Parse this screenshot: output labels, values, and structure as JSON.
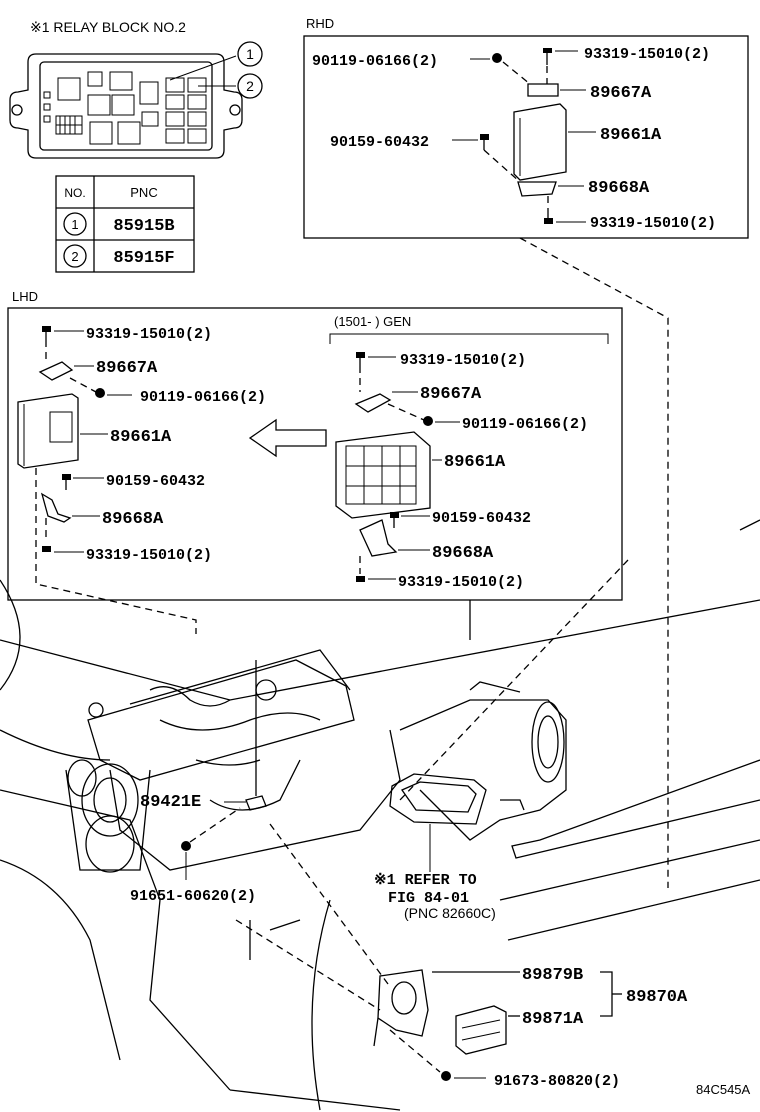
{
  "relay_block": {
    "title": "※1 RELAY BLOCK NO.2",
    "callout_1": "1",
    "callout_2": "2",
    "table_header_no": "NO.",
    "table_header_pnc": "PNC",
    "rows": [
      {
        "no": "1",
        "pnc": "85915B"
      },
      {
        "no": "2",
        "pnc": "85915F"
      }
    ]
  },
  "rhd": {
    "title": "RHD",
    "labels": {
      "nut_top": "90119-06166(2)",
      "bolt_top": "93319-15010(2)",
      "bracket_top": "89667A",
      "screw": "90159-60432",
      "ecu": "89661A",
      "bracket_bottom": "89668A",
      "bolt_bottom": "93319-15010(2)"
    }
  },
  "lhd": {
    "title": "LHD",
    "labels": {
      "bolt_top": "93319-15010(2)",
      "bracket_top": "89667A",
      "nut": "90119-06166(2)",
      "ecu": "89661A",
      "screw": "90159-60432",
      "bracket_bottom": "89668A",
      "bolt_bottom": "93319-15010(2)"
    },
    "gen_box": {
      "title": "(1501-    ) GEN",
      "labels": {
        "bolt_top": "93319-15010(2)",
        "bracket_top": "89667A",
        "nut": "90119-06166(2)",
        "ecu": "89661A",
        "screw": "90159-60432",
        "bracket_bottom": "89668A",
        "bolt_bottom": "93319-15010(2)"
      }
    }
  },
  "engine": {
    "sensor": "89421E",
    "sensor_bolt": "91651-60620(2)",
    "refer_line1": "※1 REFER TO",
    "refer_line2": "FIG 84-01",
    "refer_line3": "(PNC 82660C)",
    "bracket": "89879B",
    "assembly": "89870A",
    "module": "89871A",
    "bolt": "91673-80820(2)"
  },
  "figure_code": "84C545A"
}
